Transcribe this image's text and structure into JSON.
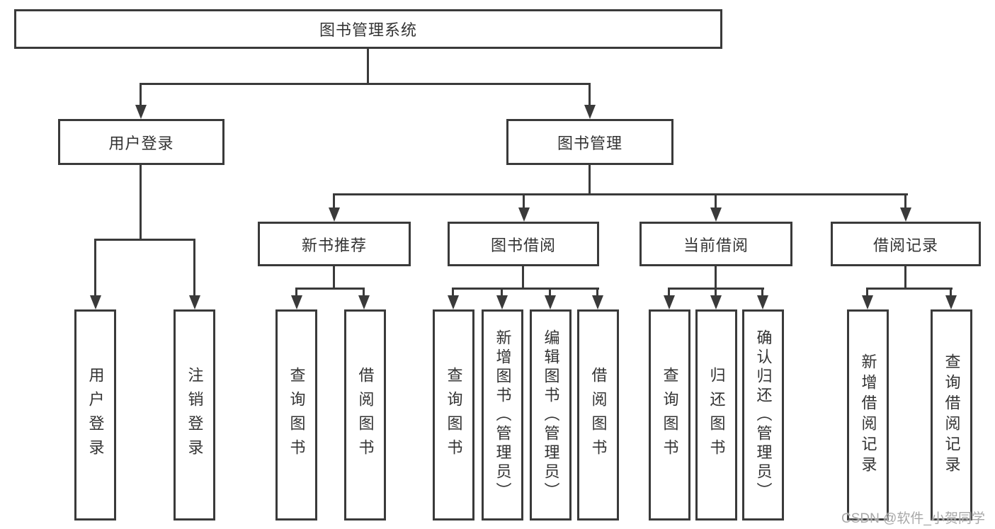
{
  "diagram": {
    "root": {
      "label": "图书管理系统"
    },
    "level2": [
      {
        "label": "用户登录"
      },
      {
        "label": "图书管理"
      }
    ],
    "level3": [
      {
        "label": "新书推荐",
        "parent": "图书管理"
      },
      {
        "label": "图书借阅",
        "parent": "图书管理"
      },
      {
        "label": "当前借阅",
        "parent": "图书管理"
      },
      {
        "label": "借阅记录",
        "parent": "图书管理"
      }
    ],
    "leaves": [
      {
        "label": "用户登录",
        "parent": "用户登录"
      },
      {
        "label": "注销登录",
        "parent": "用户登录"
      },
      {
        "label": "查询图书",
        "parent": "新书推荐"
      },
      {
        "label": "借阅图书",
        "parent": "新书推荐"
      },
      {
        "label": "查询图书",
        "parent": "图书借阅"
      },
      {
        "label": "新增图书（管理员）",
        "parent": "图书借阅"
      },
      {
        "label": "编辑图书（管理员）",
        "parent": "图书借阅"
      },
      {
        "label": "借阅图书",
        "parent": "图书借阅"
      },
      {
        "label": "查询图书",
        "parent": "当前借阅"
      },
      {
        "label": "归还图书",
        "parent": "当前借阅"
      },
      {
        "label": "确认归还（管理员）",
        "parent": "当前借阅"
      },
      {
        "label": "新增借阅记录",
        "parent": "借阅记录"
      },
      {
        "label": "查询借阅记录",
        "parent": "借阅记录"
      }
    ]
  },
  "watermark": {
    "text": "CSDN @软件_小贺同学"
  },
  "colors": {
    "line": "#3a3a3a",
    "text": "#333333",
    "background": "#ffffff",
    "watermark": "#a8a8a8"
  }
}
